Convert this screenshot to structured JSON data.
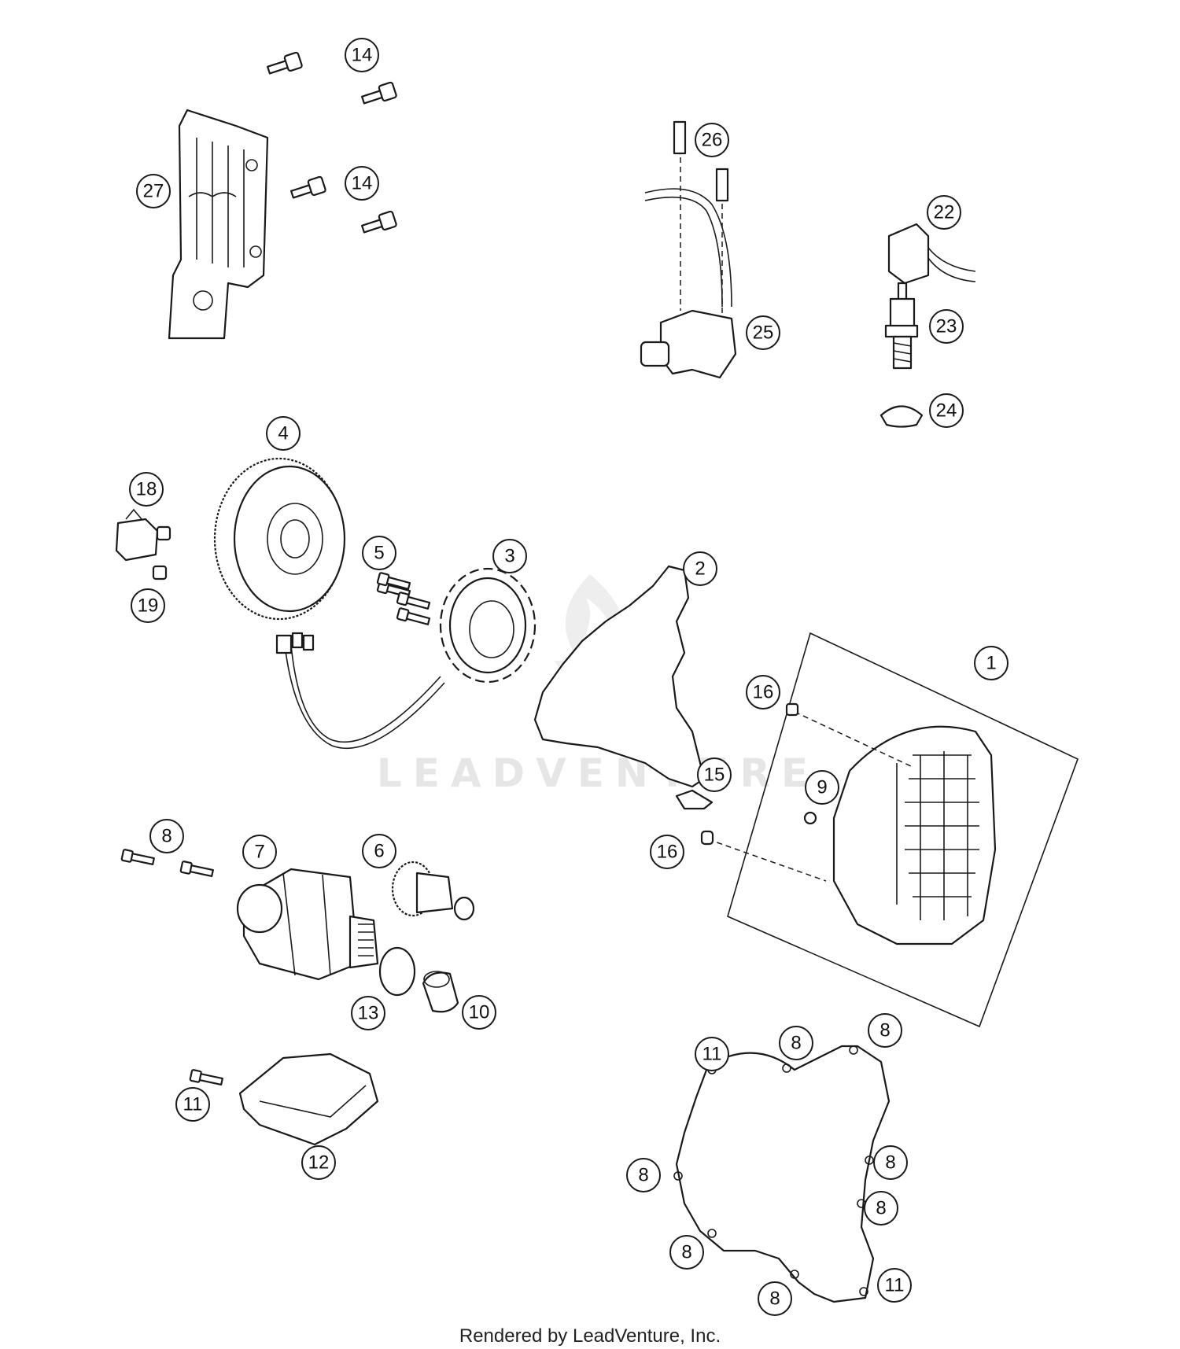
{
  "watermark": "LEADVENTURE",
  "credit": "Rendered by LeadVenture, Inc.",
  "callouts": [
    "14",
    "14",
    "27",
    "26",
    "22",
    "25",
    "23",
    "24",
    "4",
    "18",
    "19",
    "5",
    "3",
    "2",
    "1",
    "16",
    "9",
    "15",
    "16",
    "8",
    "7",
    "6",
    "13",
    "10",
    "11",
    "12",
    "8",
    "8",
    "11",
    "8",
    "8",
    "8",
    "8",
    "8",
    "11"
  ]
}
